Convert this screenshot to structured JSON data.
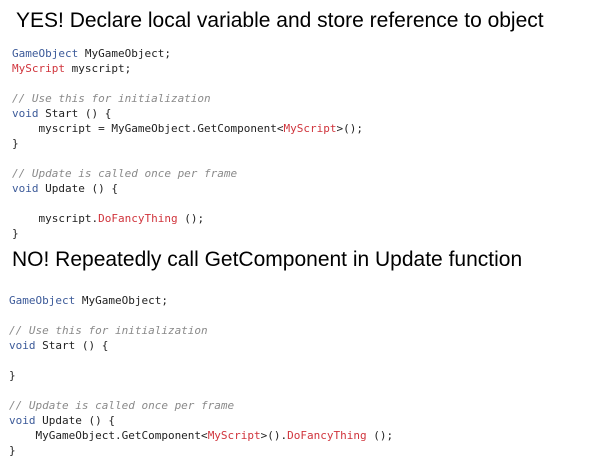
{
  "good": {
    "heading": "YES! Declare local variable and store reference to object",
    "lines": [
      [
        {
          "t": "GameObject",
          "c": "kw"
        },
        {
          "t": " MyGameObject;",
          "c": "txt"
        }
      ],
      [
        {
          "t": "MyScript",
          "c": "cls"
        },
        {
          "t": " myscript;",
          "c": "txt"
        }
      ],
      [],
      [
        {
          "t": "// Use this for initialization",
          "c": "cmt"
        }
      ],
      [
        {
          "t": "void",
          "c": "kw"
        },
        {
          "t": " Start () {",
          "c": "txt"
        }
      ],
      [
        {
          "t": "    myscript = MyGameObject.GetComponent<",
          "c": "txt"
        },
        {
          "t": "MyScript",
          "c": "cls"
        },
        {
          "t": ">();",
          "c": "txt"
        }
      ],
      [
        {
          "t": "}",
          "c": "txt"
        }
      ],
      [],
      [
        {
          "t": "// Update is called once per frame",
          "c": "cmt"
        }
      ],
      [
        {
          "t": "void",
          "c": "kw"
        },
        {
          "t": " Update () {",
          "c": "txt"
        }
      ],
      [],
      [
        {
          "t": "    myscript.",
          "c": "txt"
        },
        {
          "t": "DoFancyThing",
          "c": "cls"
        },
        {
          "t": " ();",
          "c": "txt"
        }
      ],
      [
        {
          "t": "}",
          "c": "txt"
        }
      ]
    ]
  },
  "bad": {
    "heading": "NO! Repeatedly call GetComponent in Update function",
    "lines": [
      [
        {
          "t": "GameObject",
          "c": "kw"
        },
        {
          "t": " MyGameObject;",
          "c": "txt"
        }
      ],
      [],
      [
        {
          "t": "// Use this for initialization",
          "c": "cmt"
        }
      ],
      [
        {
          "t": "void",
          "c": "kw"
        },
        {
          "t": " Start () {",
          "c": "txt"
        }
      ],
      [],
      [
        {
          "t": "}",
          "c": "txt"
        }
      ],
      [],
      [
        {
          "t": "// Update is called once per frame",
          "c": "cmt"
        }
      ],
      [
        {
          "t": "void",
          "c": "kw"
        },
        {
          "t": " Update () {",
          "c": "txt"
        }
      ],
      [
        {
          "t": "    MyGameObject.GetComponent<",
          "c": "txt"
        },
        {
          "t": "MyScript",
          "c": "cls"
        },
        {
          "t": ">().",
          "c": "txt"
        },
        {
          "t": "DoFancyThing",
          "c": "cls"
        },
        {
          "t": " ();",
          "c": "txt"
        }
      ],
      [
        {
          "t": "}",
          "c": "txt"
        }
      ]
    ]
  },
  "colors": {
    "keyword": "#3c5a99",
    "class_name": "#d0343c",
    "comment": "#8a8a8a",
    "text": "#222222"
  }
}
